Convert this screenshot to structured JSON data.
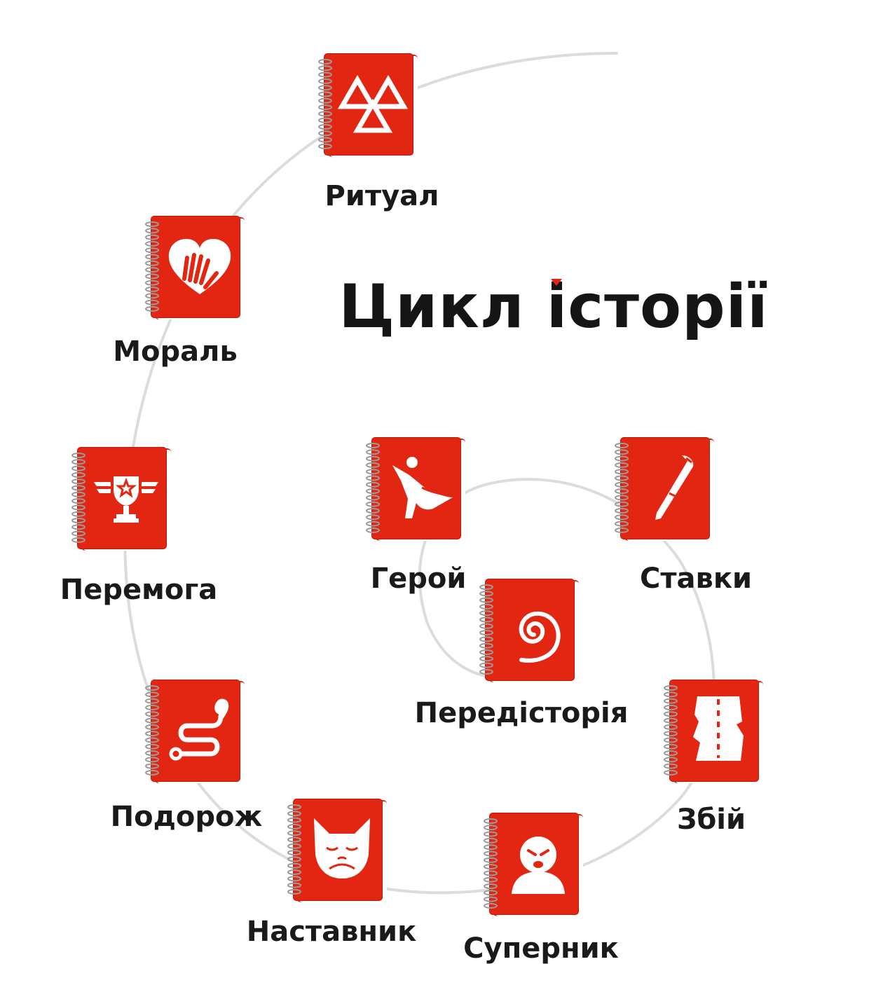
{
  "title": "Цикл історії",
  "colors": {
    "accent": "#e32612",
    "spiral": "#dcdcdc",
    "text": "#151515"
  },
  "nodes": [
    {
      "id": "ritual",
      "label": "Ритуал",
      "icon": "valknut-icon"
    },
    {
      "id": "moral",
      "label": "Мораль",
      "icon": "heart-hand-icon"
    },
    {
      "id": "victory",
      "label": "Перемога",
      "icon": "trophy-icon"
    },
    {
      "id": "journey",
      "label": "Подорож",
      "icon": "route-icon"
    },
    {
      "id": "mentor",
      "label": "Наставник",
      "icon": "cat-face-icon"
    },
    {
      "id": "rival",
      "label": "Суперник",
      "icon": "masked-villain-icon"
    },
    {
      "id": "clash",
      "label": "Збій",
      "icon": "torn-paper-icon"
    },
    {
      "id": "stakes",
      "label": "Ставки",
      "icon": "pencil-icon"
    },
    {
      "id": "hero",
      "label": "Герой",
      "icon": "flying-hero-icon"
    },
    {
      "id": "backstory",
      "label": "Передісторія",
      "icon": "spiral-icon"
    }
  ]
}
